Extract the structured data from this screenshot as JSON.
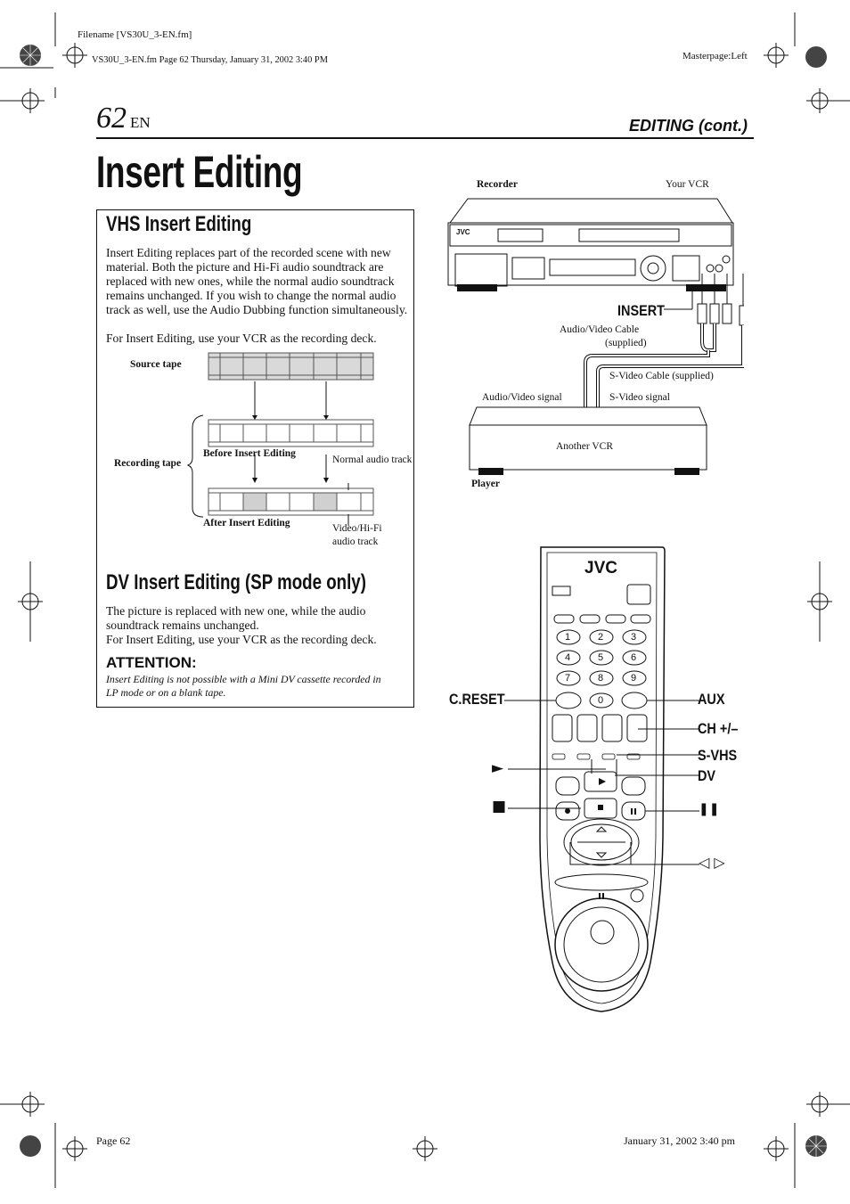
{
  "meta": {
    "filename": "Filename [VS30U_3-EN.fm]",
    "fileinfo": "VS30U_3-EN.fm  Page 62  Thursday, January 31, 2002  3:40 PM",
    "masterpage": "Masterpage:Left",
    "footer_page": "Page 62",
    "footer_date": "January 31, 2002 3:40 pm"
  },
  "header": {
    "page_number": "62",
    "lang": "EN",
    "section": "EDITING (cont.)"
  },
  "title": "Insert Editing",
  "vhs": {
    "heading": "VHS Insert Editing",
    "para1": "Insert Editing replaces part of the recorded scene with new material. Both the picture and Hi-Fi audio soundtrack are replaced with new ones, while the normal audio soundtrack remains unchanged. If you wish to change the normal audio track as well, use the Audio Dubbing function simultaneously.",
    "para2": "For Insert Editing, use your VCR as the recording deck."
  },
  "tape_diagram": {
    "source_tape": "Source tape",
    "recording_tape": "Recording tape",
    "before": "Before Insert Editing",
    "after": "After Insert Editing",
    "normal_audio": "Normal audio track",
    "video_hifi": "Video/Hi-Fi audio track"
  },
  "dv": {
    "heading": "DV Insert Editing (SP mode only)",
    "para1": "The picture is replaced with new one, while the audio soundtrack remains unchanged.",
    "para2": "For Insert Editing, use your VCR as the recording deck."
  },
  "attention": {
    "heading": "ATTENTION:",
    "text": "Insert Editing is not possible with a Mini DV cassette recorded in LP mode or on a blank tape."
  },
  "connection": {
    "recorder": "Recorder",
    "your_vcr": "Your VCR",
    "insert": "INSERT",
    "av_cable": "Audio/Video Cable",
    "supplied": "(supplied)",
    "svideo_cable": "S-Video Cable (supplied)",
    "av_signal": "Audio/Video signal",
    "svideo_signal": "S-Video signal",
    "another_vcr": "Another VCR",
    "player": "Player",
    "brand": "JVC"
  },
  "remote": {
    "brand": "JVC",
    "c_reset": "C.RESET",
    "aux": "AUX",
    "ch": "CH +/–",
    "svhs": "S-VHS",
    "dv": "DV",
    "play_sym": "►",
    "stop_sym": "■",
    "pause_sym": "❚❚",
    "arrows_sym": "◁ ▷",
    "keys": [
      "1",
      "2",
      "3",
      "4",
      "5",
      "6",
      "7",
      "8",
      "9",
      "0"
    ]
  }
}
